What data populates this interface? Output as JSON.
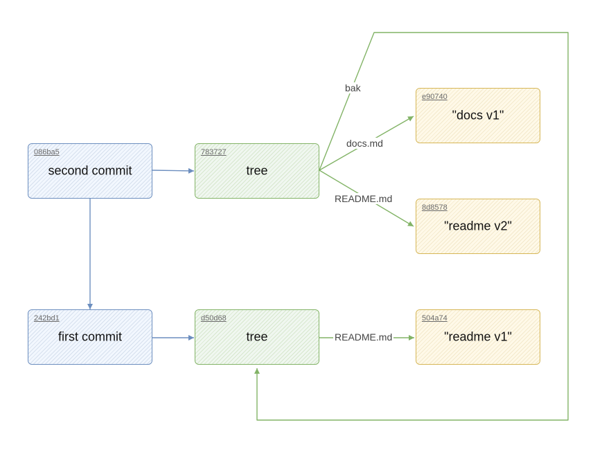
{
  "commits": [
    {
      "hash": "086ba5",
      "label": "second commit"
    },
    {
      "hash": "242bd1",
      "label": "first commit"
    }
  ],
  "trees": [
    {
      "hash": "783727",
      "label": "tree"
    },
    {
      "hash": "d50d68",
      "label": "tree"
    }
  ],
  "blobs": [
    {
      "hash": "e90740",
      "label": "\"docs v1\""
    },
    {
      "hash": "8d8578",
      "label": "\"readme v2\""
    },
    {
      "hash": "504a74",
      "label": "\"readme v1\""
    }
  ],
  "edge_labels": {
    "bak": "bak",
    "docs_md": "docs.md",
    "readme_md_top": "README.md",
    "readme_md_bottom": "README.md"
  },
  "colors": {
    "commit_stroke": "#6c8ebf",
    "tree_stroke": "#82b366",
    "blob_stroke": "#d6b656"
  }
}
